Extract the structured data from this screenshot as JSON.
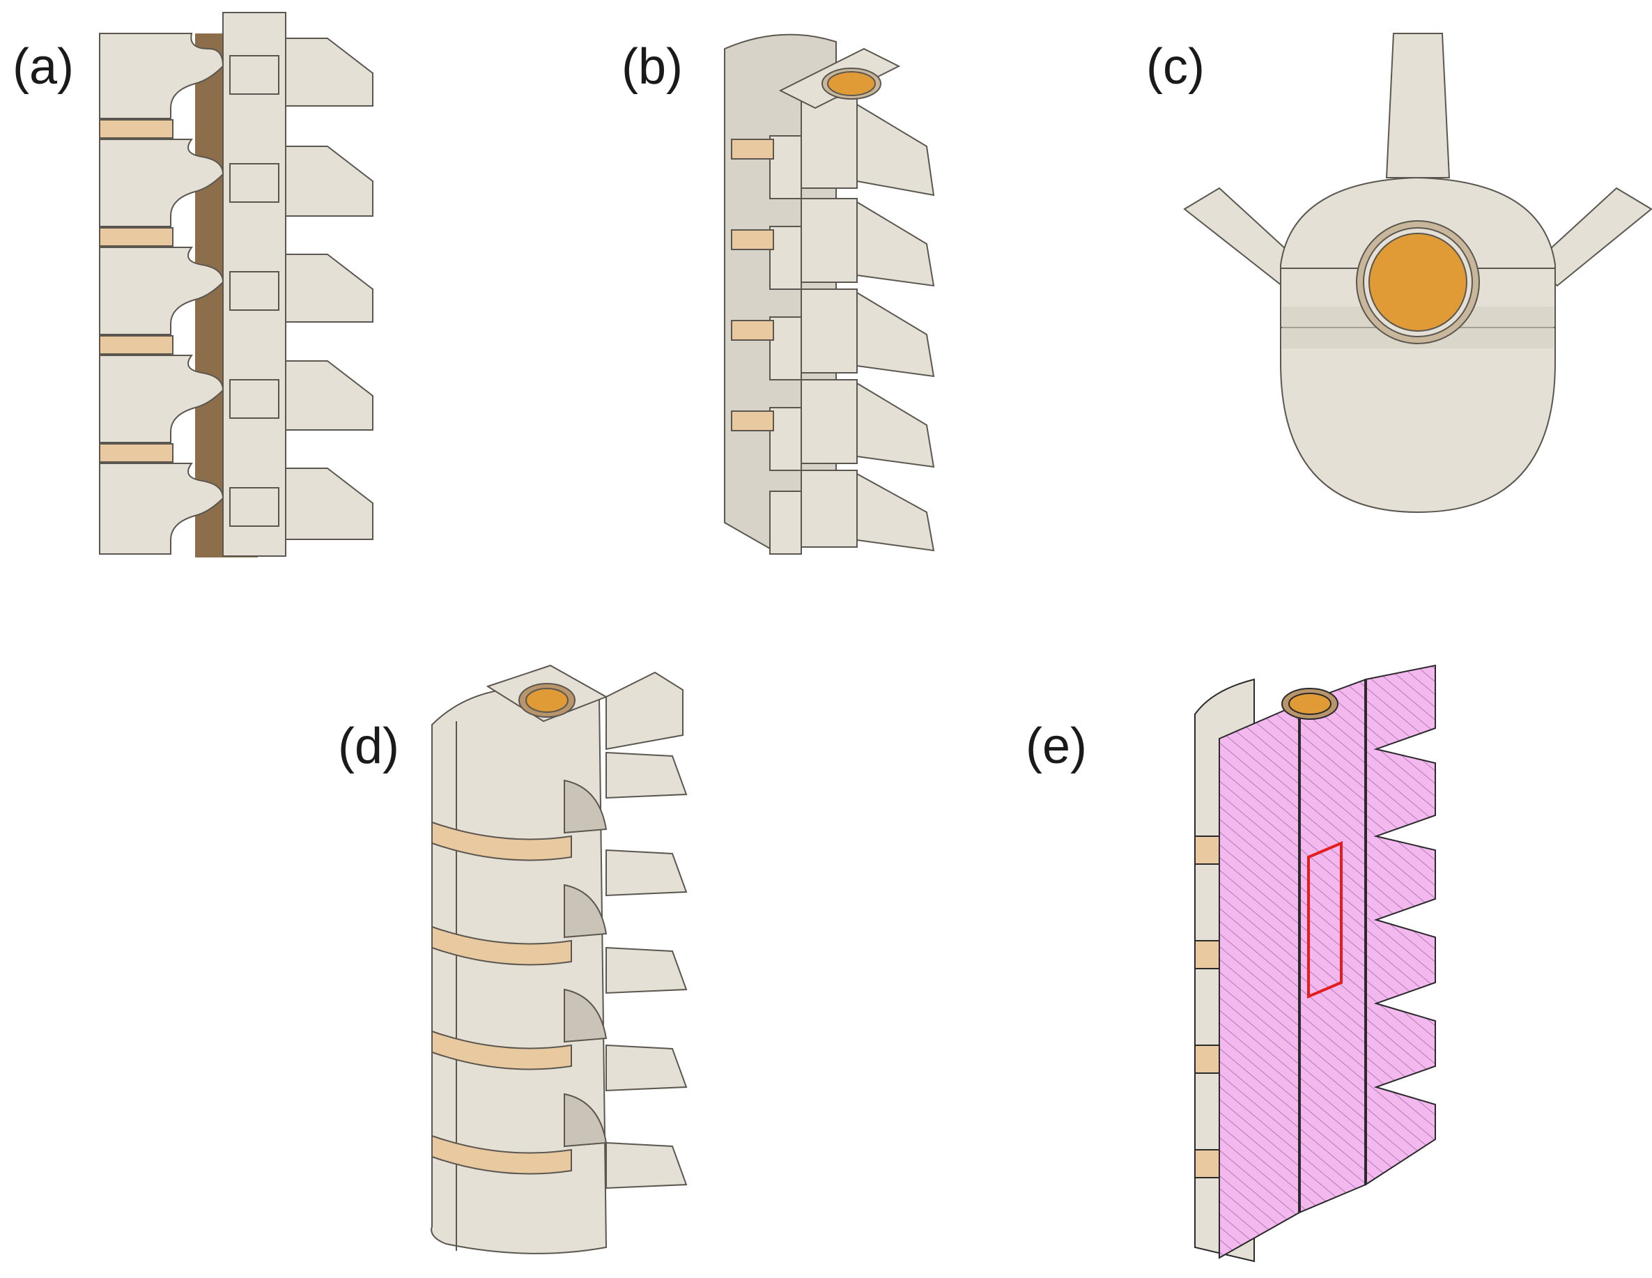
{
  "figure": {
    "panels": [
      {
        "id": "a",
        "label": "(a)"
      },
      {
        "id": "b",
        "label": "(b)"
      },
      {
        "id": "c",
        "label": "(c)"
      },
      {
        "id": "d",
        "label": "(d)"
      },
      {
        "id": "e",
        "label": "(e)"
      }
    ]
  },
  "colors": {
    "bone": "#e4e0d6",
    "bone_shade": "#c9c4b7",
    "bone_dark": "#a9a396",
    "outline": "#5b5750",
    "disc": "#e8c9a0",
    "disc_dark": "#b8956a",
    "gap": "#8c6e4b",
    "canal": "#e09a36",
    "canal_ring": "#c9b79b",
    "section_fill": "#f3b8ee",
    "section_hatch": "#b27ab8",
    "highlight": "#e51c1c"
  }
}
